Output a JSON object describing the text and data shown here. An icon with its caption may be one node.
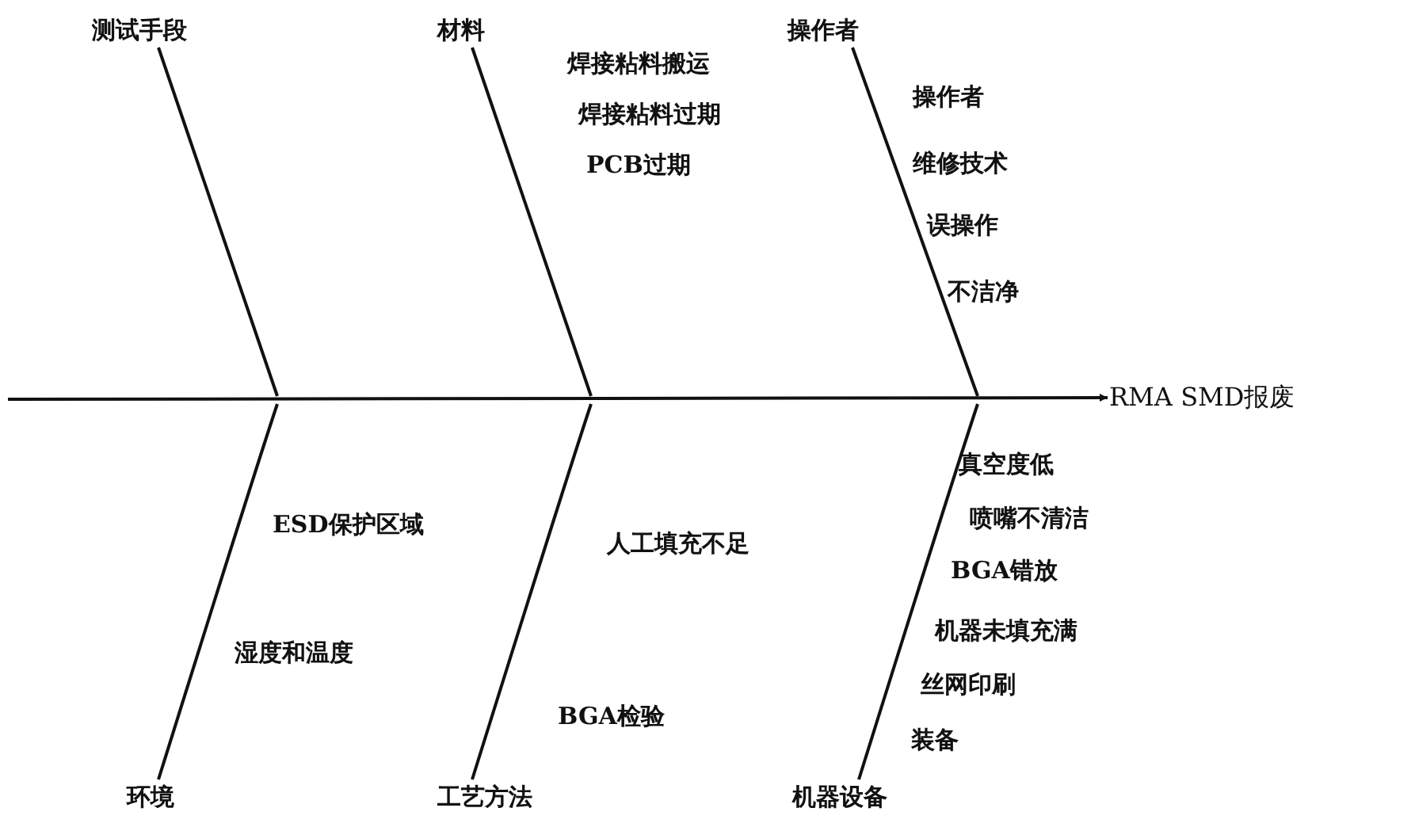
{
  "diagram": {
    "nodes": [
      {
        "text": [
          "测试手段"
        ]
      },
      {
        "text": [
          "材料"
        ]
      },
      {
        "text": [
          "操作者"
        ]
      },
      {
        "text": [
          "RMA SMD报废"
        ]
      },
      {
        "text": [
          "环境"
        ]
      },
      {
        "text": [
          "工艺方法"
        ]
      },
      {
        "text": [
          "机器设备"
        ]
      }
    ],
    "edges": [
      {
        "from": null,
        "to": 3,
        "arrow": "to"
      },
      {
        "from": 0,
        "to": null,
        "arrow": "none"
      },
      {
        "from": 1,
        "to": null,
        "arrow": "none"
      },
      {
        "from": 2,
        "to": null,
        "arrow": "none"
      },
      {
        "from": 4,
        "to": null,
        "arrow": "none"
      },
      {
        "from": 5,
        "to": null,
        "arrow": "none"
      },
      {
        "from": 6,
        "to": null,
        "arrow": "none"
      }
    ],
    "labels": [
      "焊接粘料搬运",
      "焊接粘料过期",
      "PCB过期",
      "操作者",
      "维修技术",
      "误操作",
      "不洁净",
      "真空度低",
      "喷嘴不清洁",
      "BGA错放",
      "机器未填充满",
      "丝网印刷",
      "装备",
      "ESD保护区域",
      "人工填充不足",
      "湿度和温度",
      "BGA检验"
    ]
  }
}
